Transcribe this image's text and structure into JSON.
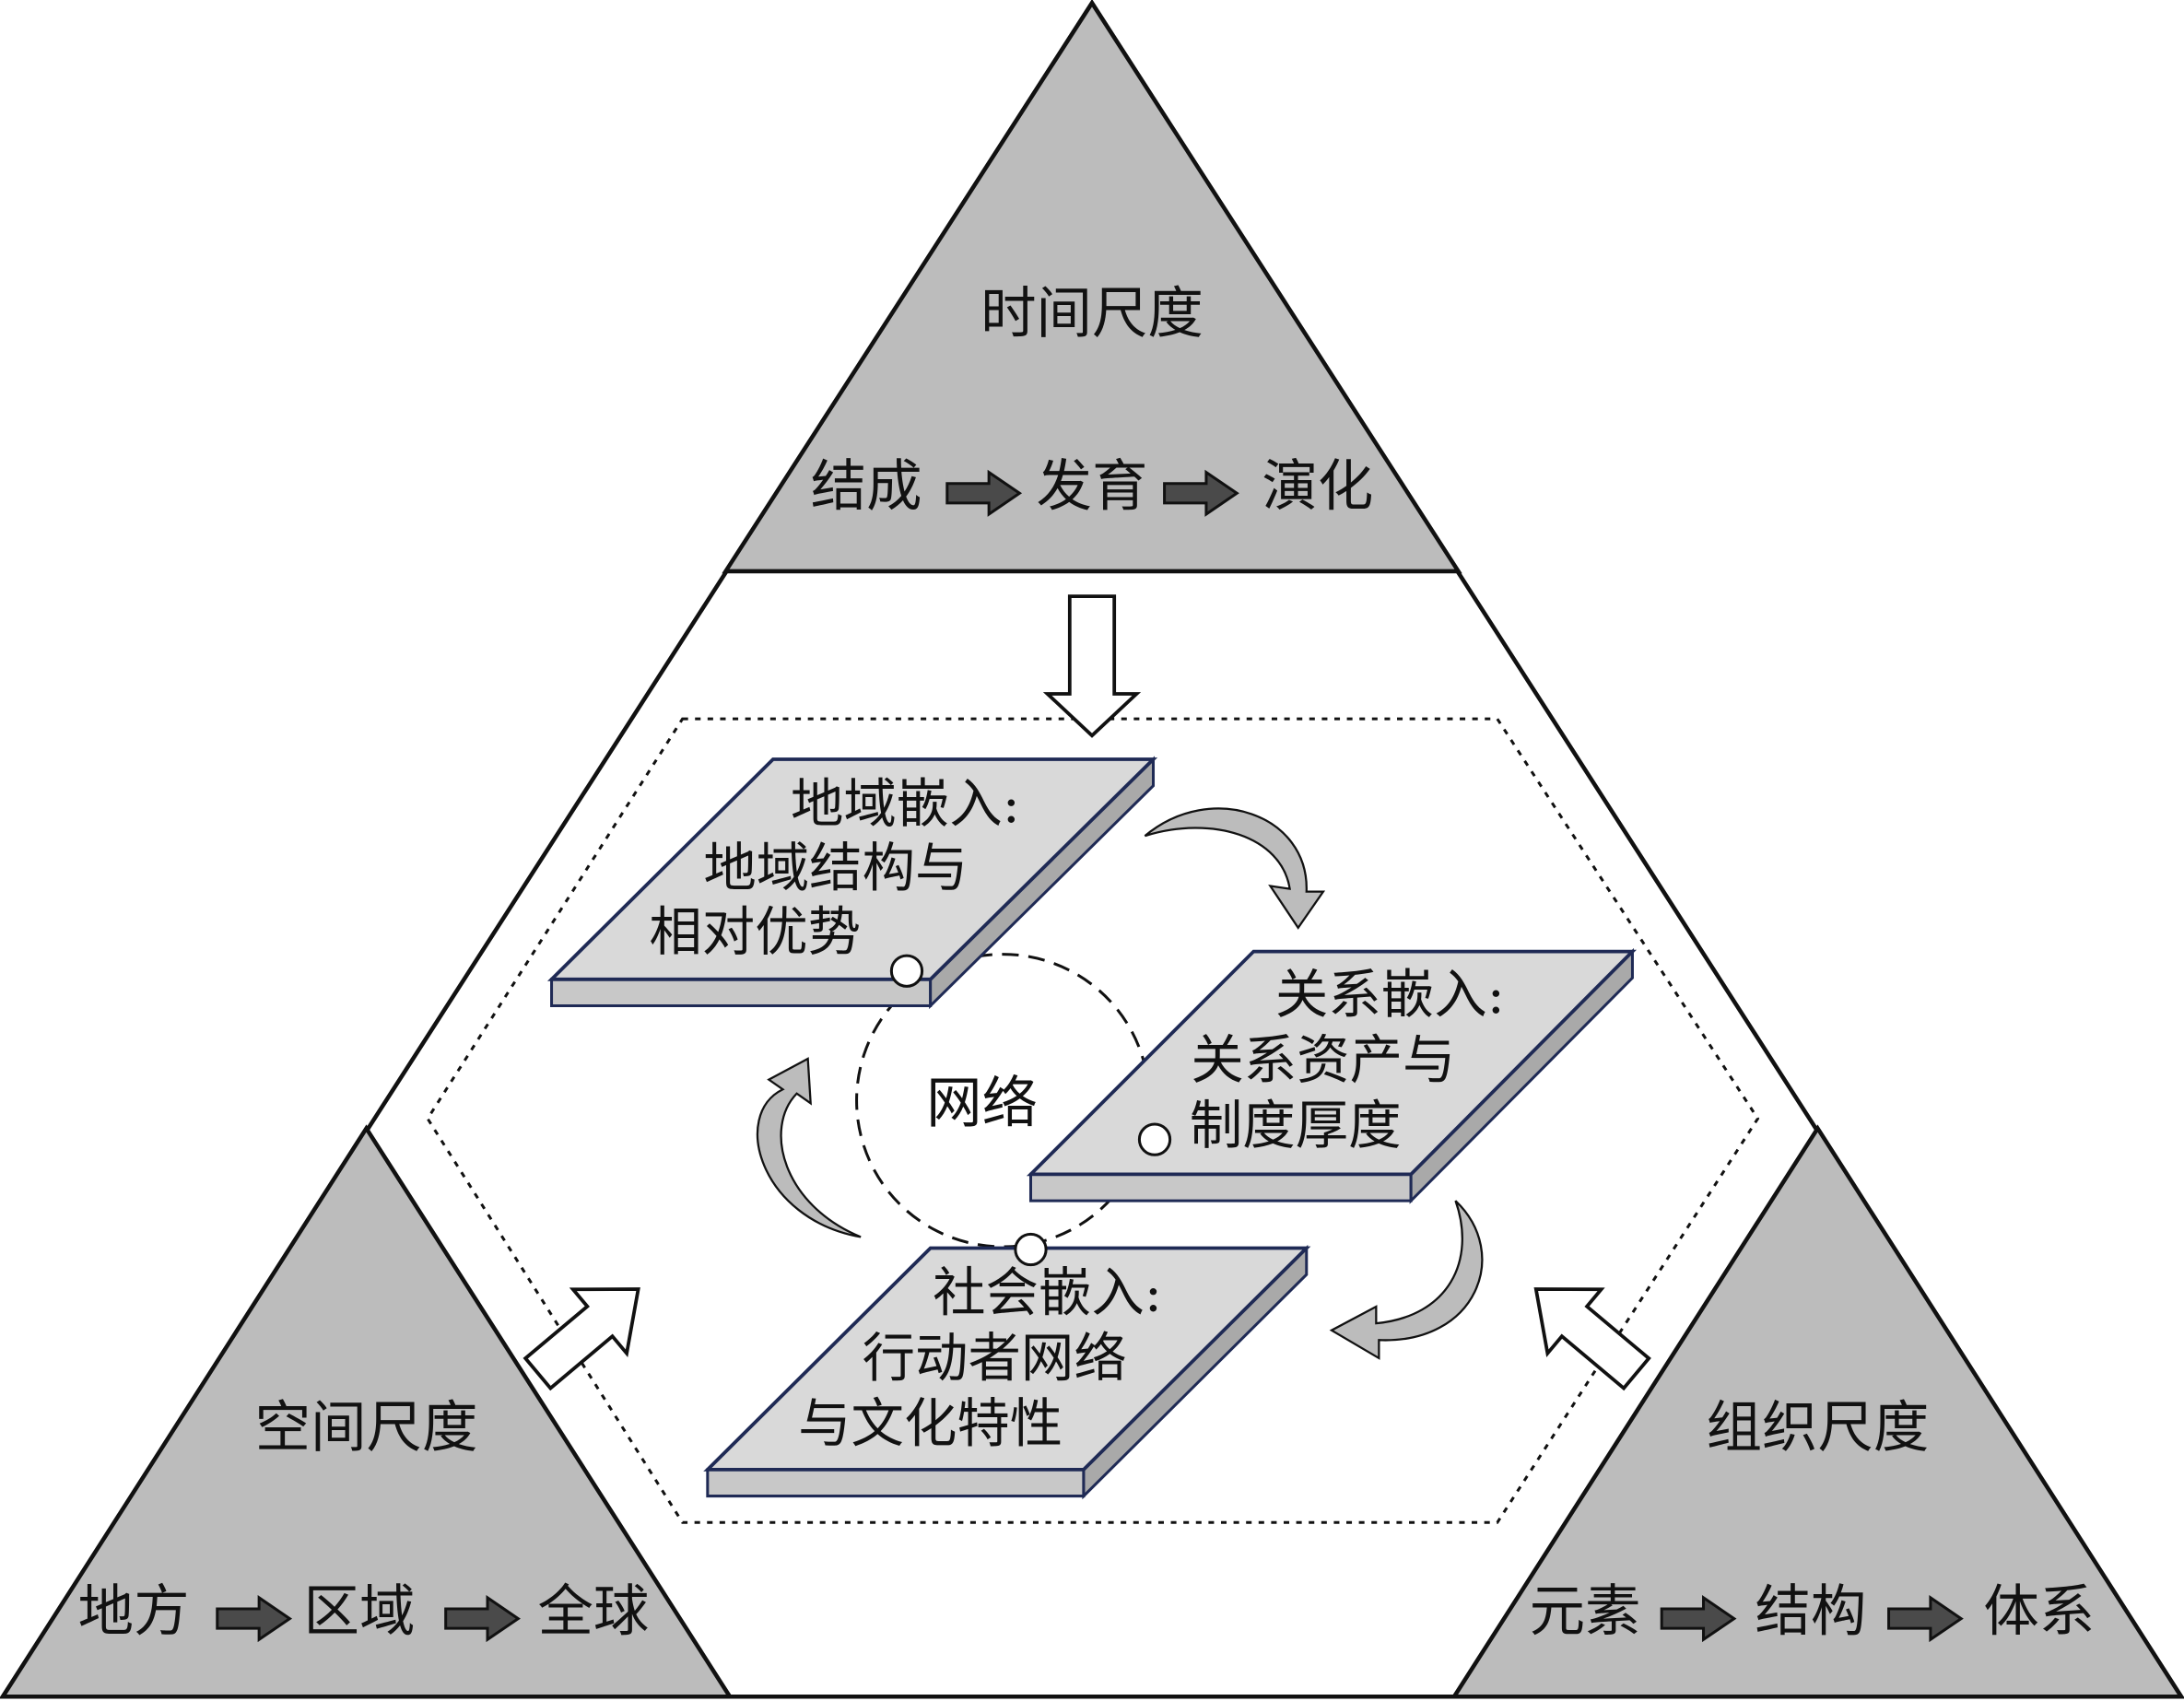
{
  "time_scale": {
    "title": "时间尺度",
    "steps": [
      "结成",
      "发育",
      "演化"
    ]
  },
  "space_scale": {
    "title": "空间尺度",
    "steps": [
      "地方",
      "区域",
      "全球"
    ]
  },
  "organization_scale": {
    "title": "组织尺度",
    "steps": [
      "元素",
      "结构",
      "体系"
    ]
  },
  "center": {
    "label": "网络"
  },
  "plates": [
    {
      "lines": [
        "地域嵌入:",
        "地域结构与",
        "相对优势"
      ]
    },
    {
      "lines": [
        "关系嵌入:",
        "关系资产与",
        "制度厚度"
      ]
    },
    {
      "lines": [
        "社会嵌入:",
        "行动者网络",
        "与文化特性"
      ]
    }
  ],
  "colors": {
    "gray_fill": "#bcbcbc",
    "plate_fill": "#d9d9d9",
    "plate_edge": "#1f2a55",
    "arrow_fill": "#4a4a4a"
  }
}
